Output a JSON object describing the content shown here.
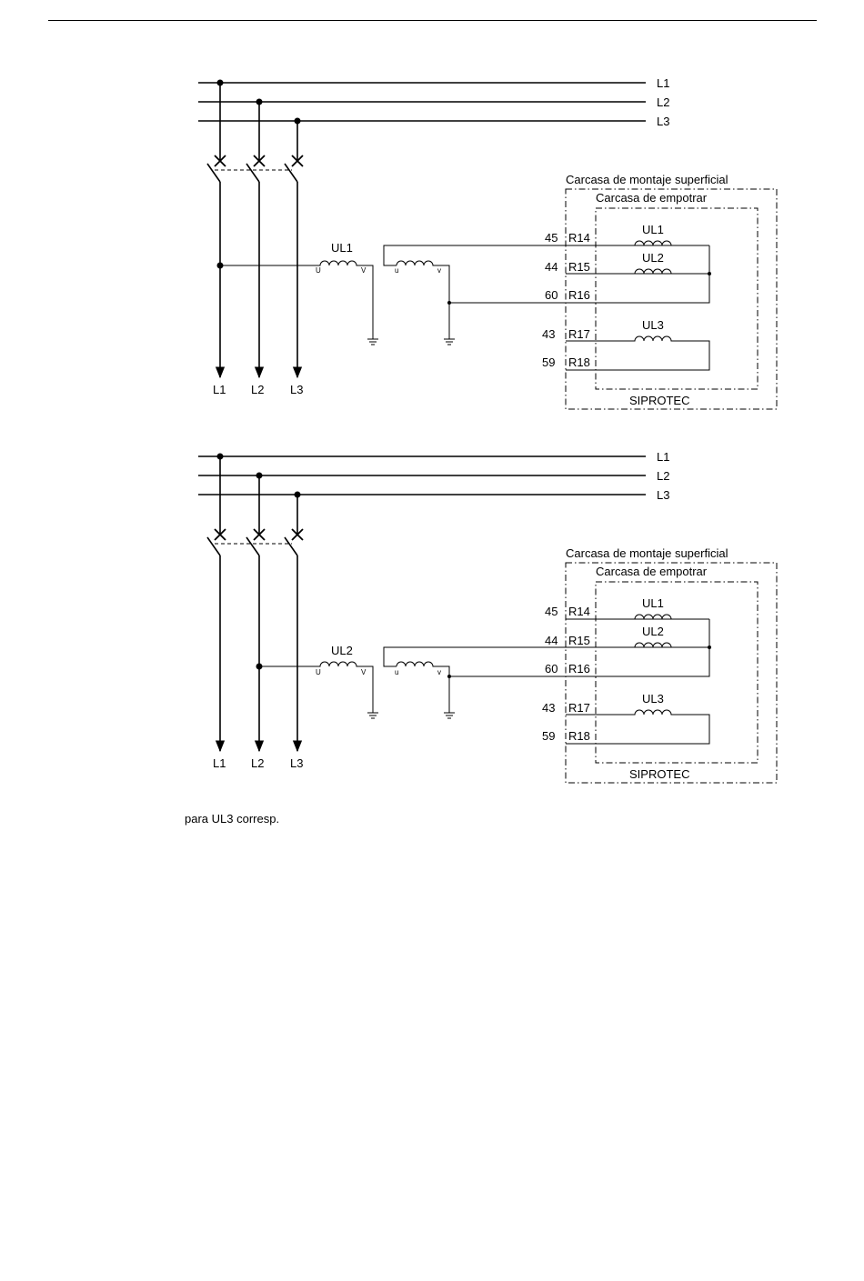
{
  "diagrams": [
    {
      "busbars": [
        "L1",
        "L2",
        "L3"
      ],
      "outputs": [
        "L1",
        "L2",
        "L3"
      ],
      "vt": {
        "label": "UL1",
        "primary_u": "U",
        "primary_v": "V",
        "secondary_u": "u",
        "secondary_v": "v"
      },
      "housing_surface": "Carcasa de montaje superficial",
      "housing_flush": "Carcasa de empotrar",
      "device": "SIPROTEC",
      "terminals": [
        {
          "num": "45",
          "name": "R14"
        },
        {
          "num": "44",
          "name": "R15"
        },
        {
          "num": "60",
          "name": "R16"
        },
        {
          "num": "43",
          "name": "R17"
        },
        {
          "num": "59",
          "name": "R18"
        }
      ],
      "inputs": [
        "UL1",
        "UL2",
        "UL3"
      ]
    },
    {
      "busbars": [
        "L1",
        "L2",
        "L3"
      ],
      "outputs": [
        "L1",
        "L2",
        "L3"
      ],
      "vt": {
        "label": "UL2",
        "primary_u": "U",
        "primary_v": "V",
        "secondary_u": "u",
        "secondary_v": "v"
      },
      "housing_surface": "Carcasa de montaje superficial",
      "housing_flush": "Carcasa de empotrar",
      "device": "SIPROTEC",
      "terminals": [
        {
          "num": "45",
          "name": "R14"
        },
        {
          "num": "44",
          "name": "R15"
        },
        {
          "num": "60",
          "name": "R16"
        },
        {
          "num": "43",
          "name": "R17"
        },
        {
          "num": "59",
          "name": "R18"
        }
      ],
      "inputs": [
        "UL1",
        "UL2",
        "UL3"
      ]
    }
  ],
  "caption": "para UL3 corresp."
}
